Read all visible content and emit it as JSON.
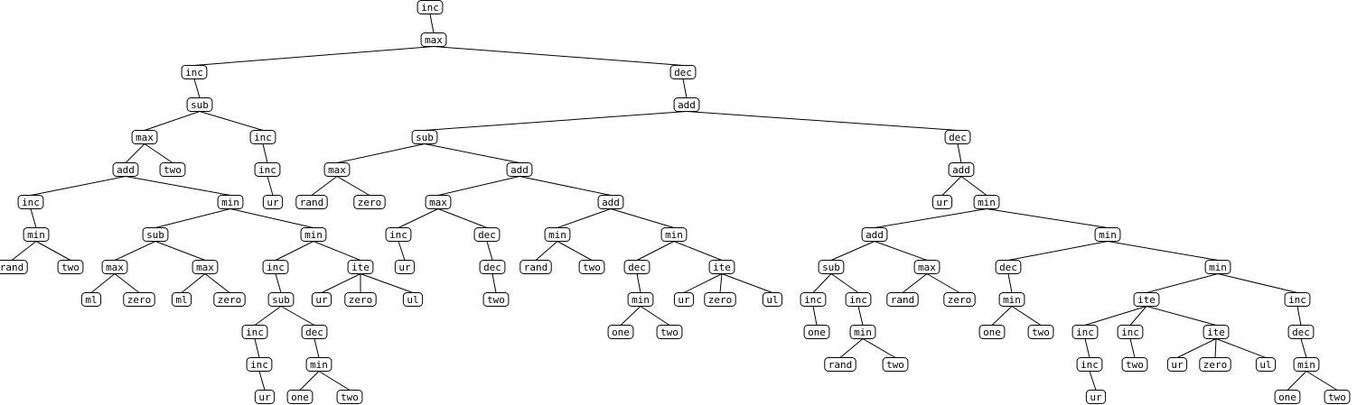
{
  "tree": {
    "label": "inc",
    "children": [
      {
        "label": "max",
        "children": [
          {
            "label": "inc",
            "children": [
              {
                "label": "sub",
                "children": [
                  {
                    "label": "max",
                    "children": [
                      {
                        "label": "add",
                        "children": [
                          {
                            "label": "inc",
                            "children": [
                              {
                                "label": "min",
                                "children": [
                                  {
                                    "label": "rand"
                                  },
                                  {
                                    "label": "two"
                                  }
                                ]
                              }
                            ]
                          },
                          {
                            "label": "min",
                            "children": [
                              {
                                "label": "sub",
                                "children": [
                                  {
                                    "label": "max",
                                    "children": [
                                      {
                                        "label": "ml"
                                      },
                                      {
                                        "label": "zero"
                                      }
                                    ]
                                  },
                                  {
                                    "label": "max",
                                    "children": [
                                      {
                                        "label": "ml"
                                      },
                                      {
                                        "label": "zero"
                                      }
                                    ]
                                  }
                                ]
                              },
                              {
                                "label": "min",
                                "children": [
                                  {
                                    "label": "inc",
                                    "children": [
                                      {
                                        "label": "sub",
                                        "children": [
                                          {
                                            "label": "inc",
                                            "children": [
                                              {
                                                "label": "inc",
                                                "children": [
                                                  {
                                                    "label": "ur"
                                                  }
                                                ]
                                              }
                                            ]
                                          },
                                          {
                                            "label": "dec",
                                            "children": [
                                              {
                                                "label": "min",
                                                "children": [
                                                  {
                                                    "label": "one"
                                                  },
                                                  {
                                                    "label": "two"
                                                  }
                                                ]
                                              }
                                            ]
                                          }
                                        ]
                                      }
                                    ]
                                  },
                                  {
                                    "label": "ite",
                                    "children": [
                                      {
                                        "label": "ur"
                                      },
                                      {
                                        "label": "zero"
                                      },
                                      {
                                        "label": "ul"
                                      }
                                    ]
                                  }
                                ]
                              }
                            ]
                          }
                        ]
                      },
                      {
                        "label": "two"
                      }
                    ]
                  },
                  {
                    "label": "inc",
                    "children": [
                      {
                        "label": "inc",
                        "children": [
                          {
                            "label": "ur"
                          }
                        ]
                      }
                    ]
                  }
                ]
              }
            ]
          },
          {
            "label": "dec",
            "children": [
              {
                "label": "add",
                "children": [
                  {
                    "label": "sub",
                    "children": [
                      {
                        "label": "max",
                        "children": [
                          {
                            "label": "rand"
                          },
                          {
                            "label": "zero"
                          }
                        ]
                      },
                      {
                        "label": "add",
                        "children": [
                          {
                            "label": "max",
                            "children": [
                              {
                                "label": "inc",
                                "children": [
                                  {
                                    "label": "ur"
                                  }
                                ]
                              },
                              {
                                "label": "dec",
                                "children": [
                                  {
                                    "label": "dec",
                                    "children": [
                                      {
                                        "label": "two"
                                      }
                                    ]
                                  }
                                ]
                              }
                            ]
                          },
                          {
                            "label": "add",
                            "children": [
                              {
                                "label": "min",
                                "children": [
                                  {
                                    "label": "rand"
                                  },
                                  {
                                    "label": "two"
                                  }
                                ]
                              },
                              {
                                "label": "min",
                                "children": [
                                  {
                                    "label": "dec",
                                    "children": [
                                      {
                                        "label": "min",
                                        "children": [
                                          {
                                            "label": "one"
                                          },
                                          {
                                            "label": "two"
                                          }
                                        ]
                                      }
                                    ]
                                  },
                                  {
                                    "label": "ite",
                                    "children": [
                                      {
                                        "label": "ur"
                                      },
                                      {
                                        "label": "zero"
                                      },
                                      {
                                        "label": "ul"
                                      }
                                    ]
                                  }
                                ]
                              }
                            ]
                          }
                        ]
                      }
                    ]
                  },
                  {
                    "label": "dec",
                    "children": [
                      {
                        "label": "add",
                        "children": [
                          {
                            "label": "ur"
                          },
                          {
                            "label": "min",
                            "children": [
                              {
                                "label": "add",
                                "children": [
                                  {
                                    "label": "sub",
                                    "children": [
                                      {
                                        "label": "inc",
                                        "children": [
                                          {
                                            "label": "one"
                                          }
                                        ]
                                      },
                                      {
                                        "label": "inc",
                                        "children": [
                                          {
                                            "label": "min",
                                            "children": [
                                              {
                                                "label": "rand"
                                              },
                                              {
                                                "label": "two"
                                              }
                                            ]
                                          }
                                        ]
                                      }
                                    ]
                                  },
                                  {
                                    "label": "max",
                                    "children": [
                                      {
                                        "label": "rand"
                                      },
                                      {
                                        "label": "zero"
                                      }
                                    ]
                                  }
                                ]
                              },
                              {
                                "label": "min",
                                "children": [
                                  {
                                    "label": "dec",
                                    "children": [
                                      {
                                        "label": "min",
                                        "children": [
                                          {
                                            "label": "one"
                                          },
                                          {
                                            "label": "two"
                                          }
                                        ]
                                      }
                                    ]
                                  },
                                  {
                                    "label": "min",
                                    "children": [
                                      {
                                        "label": "ite",
                                        "children": [
                                          {
                                            "label": "inc",
                                            "children": [
                                              {
                                                "label": "inc",
                                                "children": [
                                                  {
                                                    "label": "ur"
                                                  }
                                                ]
                                              }
                                            ]
                                          },
                                          {
                                            "label": "inc",
                                            "children": [
                                              {
                                                "label": "two"
                                              }
                                            ]
                                          },
                                          {
                                            "label": "ite",
                                            "children": [
                                              {
                                                "label": "ur"
                                              },
                                              {
                                                "label": "zero"
                                              },
                                              {
                                                "label": "ul"
                                              }
                                            ]
                                          }
                                        ]
                                      },
                                      {
                                        "label": "inc",
                                        "children": [
                                          {
                                            "label": "dec",
                                            "children": [
                                              {
                                                "label": "min",
                                                "children": [
                                                  {
                                                    "label": "one"
                                                  },
                                                  {
                                                    "label": "two"
                                                  }
                                                ]
                                              }
                                            ]
                                          }
                                        ]
                                      }
                                    ]
                                  }
                                ]
                              }
                            ]
                          }
                        ]
                      }
                    ]
                  }
                ]
              }
            ]
          }
        ]
      }
    ]
  }
}
